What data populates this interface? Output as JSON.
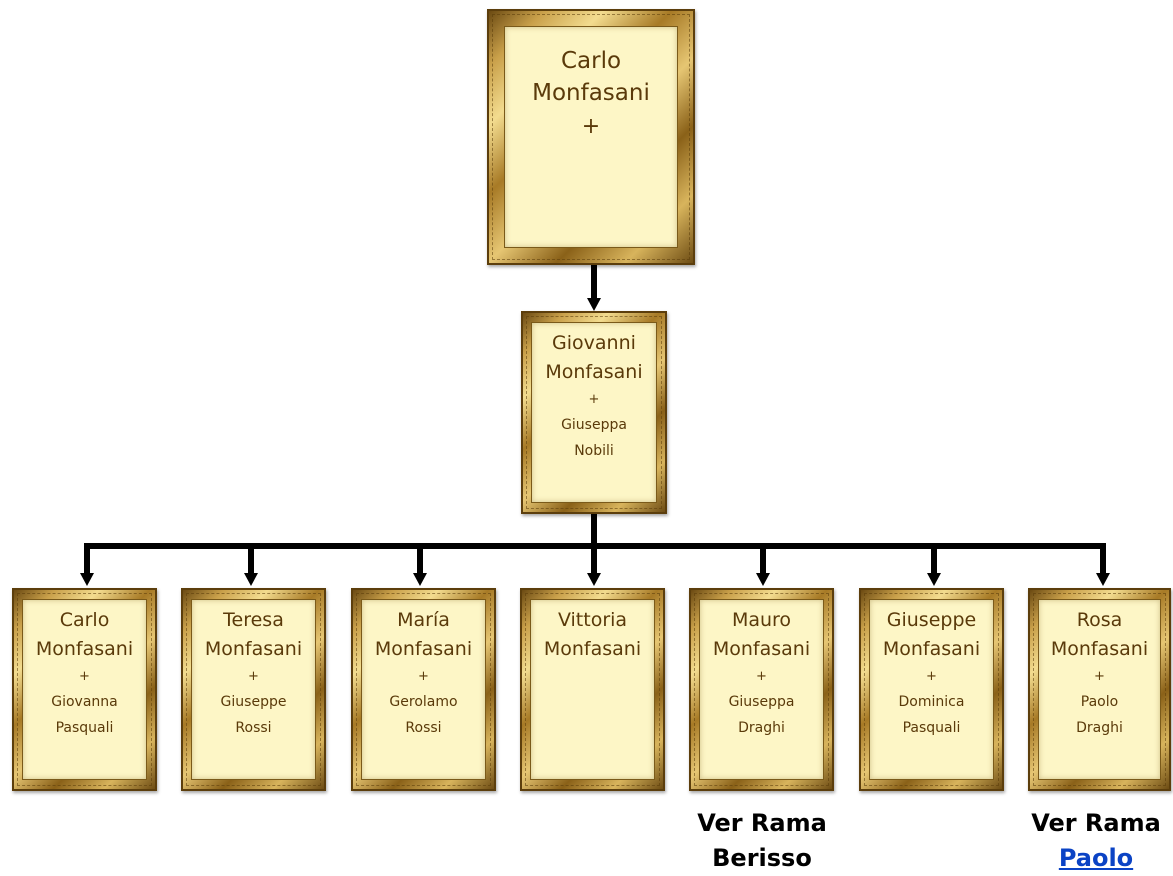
{
  "root": {
    "first": "Carlo",
    "last": "Monfasani",
    "plus": "+"
  },
  "parent": {
    "first": "Giovanni",
    "last": "Monfasani",
    "plus": "+",
    "spouse_first": "Giuseppa",
    "spouse_last": "Nobili"
  },
  "children": [
    {
      "first": "Carlo",
      "last": "Monfasani",
      "plus": "+",
      "spouse_first": "Giovanna",
      "spouse_last": "Pasquali"
    },
    {
      "first": "Teresa",
      "last": "Monfasani",
      "plus": "+",
      "spouse_first": "Giuseppe",
      "spouse_last": "Rossi"
    },
    {
      "first": "María",
      "last": "Monfasani",
      "plus": "+",
      "spouse_first": "Gerolamo",
      "spouse_last": "Rossi"
    },
    {
      "first": "Vittoria",
      "last": "Monfasani"
    },
    {
      "first": "Mauro",
      "last": "Monfasani",
      "plus": "+",
      "spouse_first": "Giuseppa",
      "spouse_last": "Draghi"
    },
    {
      "first": "Giuseppe",
      "last": "Monfasani",
      "plus": "+",
      "spouse_first": "Dominica",
      "spouse_last": "Pasquali"
    },
    {
      "first": "Rosa",
      "last": "Monfasani",
      "plus": "+",
      "spouse_first": "Paolo",
      "spouse_last": "Draghi"
    }
  ],
  "branch_notes": {
    "mauro": {
      "line1": "Ver Rama",
      "line2": "Berisso"
    },
    "rosa": {
      "line1": "Ver Rama",
      "link_text": "Paolo"
    }
  },
  "colors": {
    "frame_gold": "#c9a04a",
    "card_fill": "#fdf6c6",
    "card_text": "#5a3a0a",
    "connector": "#000000",
    "link": "#0b43c5"
  }
}
